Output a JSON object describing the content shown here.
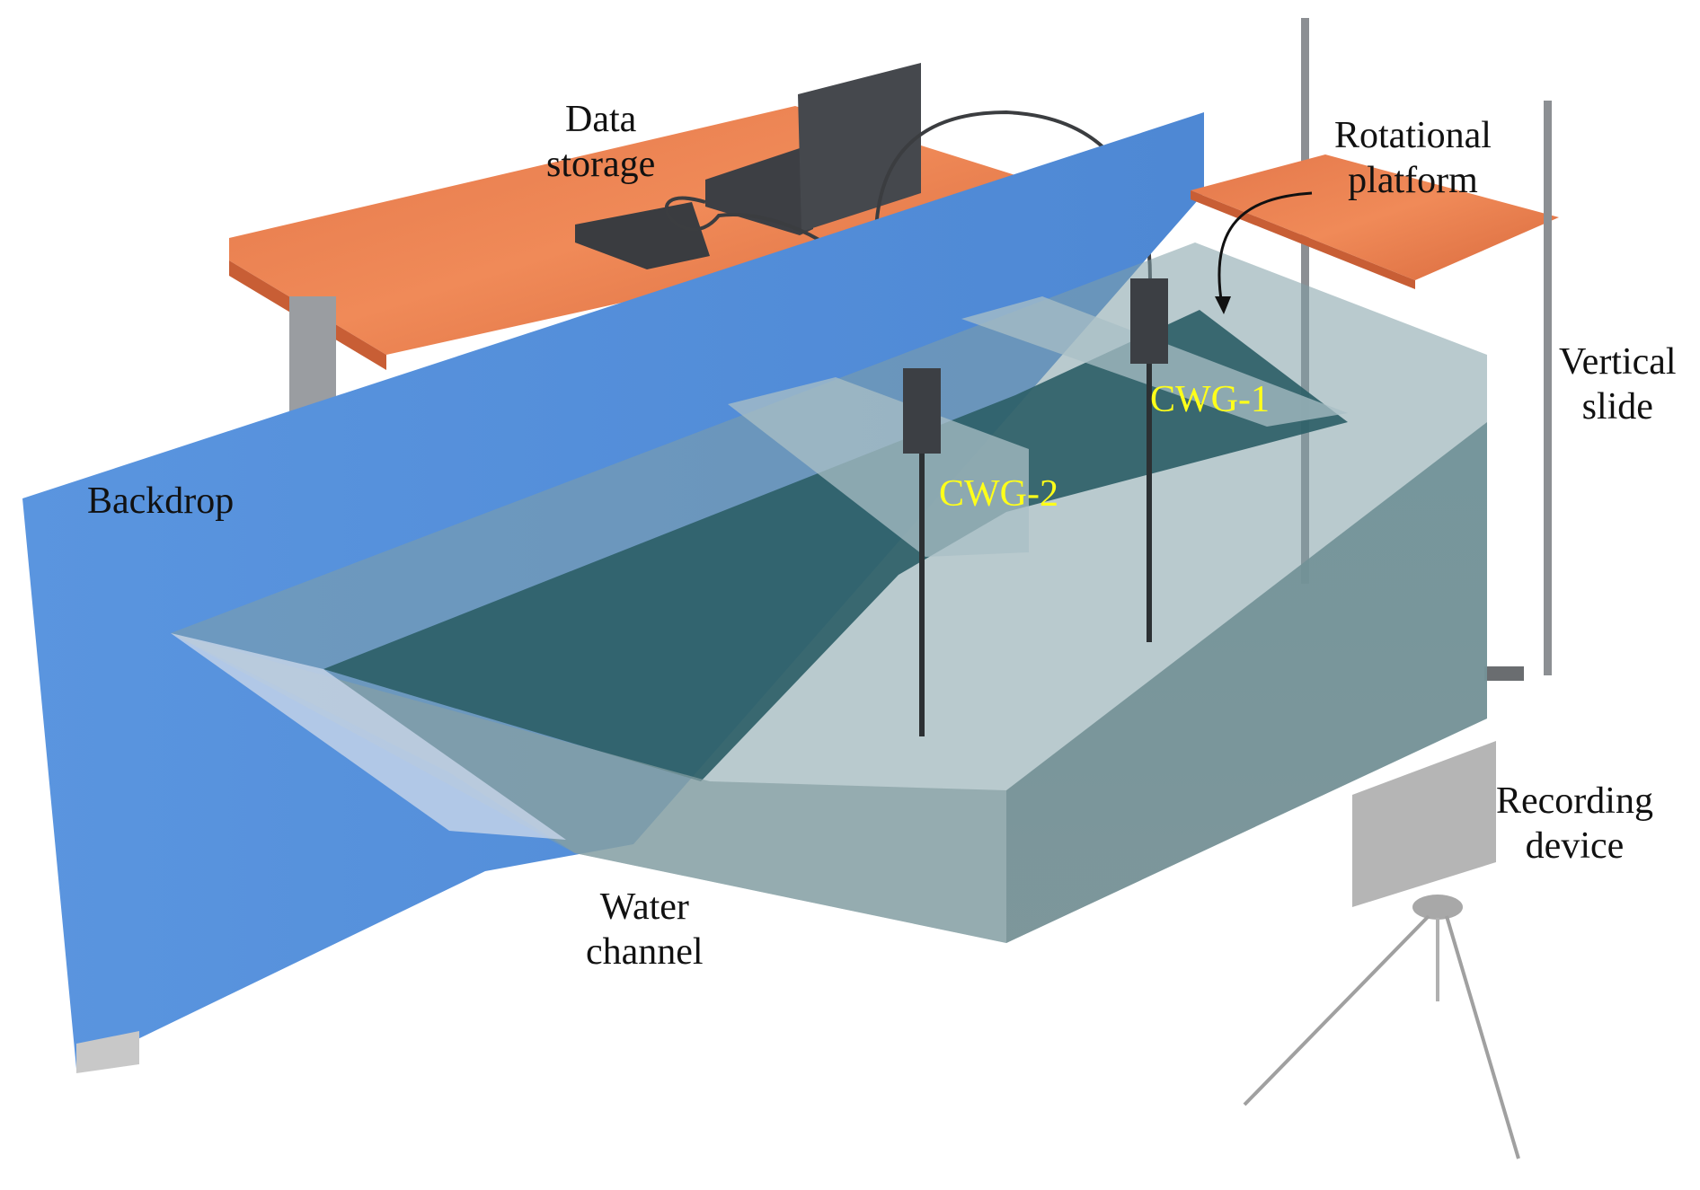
{
  "figure": {
    "labels": {
      "data_storage": [
        "Data",
        "storage"
      ],
      "rotational_platform": [
        "Rotational",
        "platform"
      ],
      "vertical_slide": [
        "Vertical",
        "slide"
      ],
      "cwg1": "CWG-1",
      "cwg2": "CWG-2",
      "backdrop": "Backdrop",
      "recording_device": [
        "Recording",
        "device"
      ],
      "water_channel": [
        "Water",
        "channel"
      ]
    },
    "colors": {
      "backdrop": "#5b97e0",
      "table_top": "#e8794a",
      "water_dark": "#2f5f68",
      "water_glass": "#6f8d93",
      "probe_label": "#ffff1a",
      "device_dark": "#3c3f44",
      "camera": "#b9b9b9"
    }
  }
}
